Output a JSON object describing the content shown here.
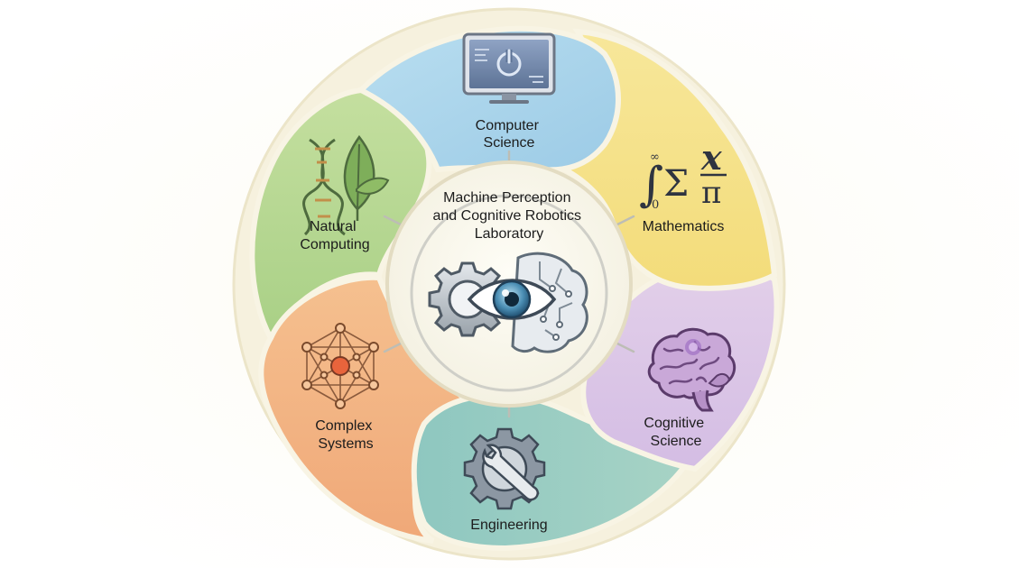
{
  "center": {
    "title_lines": [
      "Machine Perception",
      "and Cognitive Robotics",
      "Laboratory"
    ],
    "icon": "gear-eye-brain-icon"
  },
  "segments": [
    {
      "id": "computer-science",
      "lines": [
        "Computer",
        "Science"
      ],
      "icon": "monitor-power-icon",
      "color": "#a8d4ea"
    },
    {
      "id": "mathematics",
      "lines": [
        "Mathematics"
      ],
      "icon": "math-symbols-icon",
      "color": "#f6e48a"
    },
    {
      "id": "cognitive-science",
      "lines": [
        "Cognitive",
        "Science"
      ],
      "icon": "brain-icon",
      "color": "#d9c4e6"
    },
    {
      "id": "engineering",
      "lines": [
        "Engineering"
      ],
      "icon": "gear-wrench-icon",
      "color": "#8fc6be"
    },
    {
      "id": "complex-systems",
      "lines": [
        "Complex",
        "Systems"
      ],
      "icon": "network-icon",
      "color": "#f3b684"
    },
    {
      "id": "natural-computing",
      "lines": [
        "Natural",
        "Computing"
      ],
      "icon": "dna-leaf-icon",
      "color": "#b7d992"
    }
  ]
}
